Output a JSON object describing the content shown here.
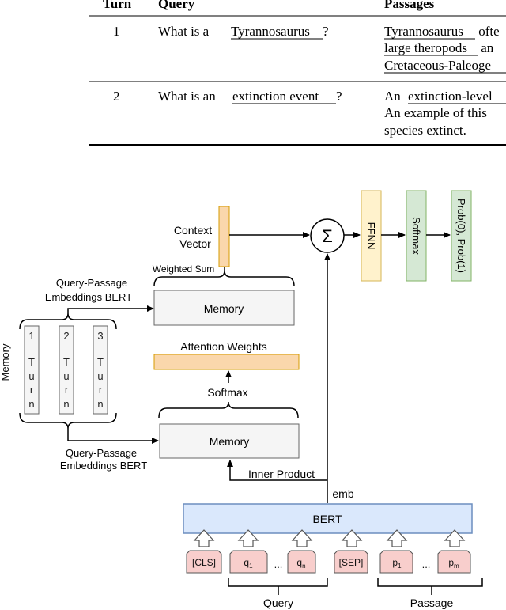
{
  "table": {
    "headers": [
      "Turn",
      "Query",
      "Passages"
    ],
    "rows": [
      {
        "turn": "1",
        "query_prefix": "What is a",
        "query_term": "Tyrannosaurus",
        "query_suffix": "?",
        "passage_lines": [
          {
            "underlined": "Tyrannosaurus",
            "rest": " ofte"
          },
          {
            "underlined": "large theropods",
            "rest": " an"
          },
          {
            "underlined": "Cretaceous-Paleoge",
            "rest": ""
          }
        ]
      },
      {
        "turn": "2",
        "query_prefix": "What is an",
        "query_term": "extinction event",
        "query_suffix": "?",
        "passage_lines": [
          {
            "plain_before": "An ",
            "underlined": "extinction-level",
            "rest": ""
          },
          {
            "plain_before": "An example of this",
            "underlined": "",
            "rest": ""
          },
          {
            "plain_before": "species extinct.",
            "underlined": "",
            "rest": ""
          }
        ]
      }
    ]
  },
  "diagram": {
    "memory_label": "Memory",
    "turns": [
      {
        "num": "1",
        "letters": [
          "T",
          "u",
          "r",
          "n"
        ]
      },
      {
        "num": "2",
        "letters": [
          "T",
          "u",
          "r",
          "n"
        ]
      },
      {
        "num": "3",
        "letters": [
          "T",
          "u",
          "r",
          "n"
        ]
      }
    ],
    "qp_embeddings_top": [
      "Query-Passage",
      "Embeddings BERT"
    ],
    "qp_embeddings_bottom": [
      "Query-Passage",
      "Embeddings BERT"
    ],
    "memory_top": "Memory",
    "memory_bottom": "Memory",
    "weighted_sum": "Weighted Sum",
    "context_vector": [
      "Context",
      "Vector"
    ],
    "attention_weights": "Attention Weights",
    "softmax_mid": "Softmax",
    "inner_product": "Inner Product",
    "sum_symbol": "Σ",
    "ffnn": "FFNN",
    "softmax_right": "Softmax",
    "prob_output": "Prob(0), Prob(1)",
    "emb": "emb",
    "bert": "BERT",
    "tokens": {
      "cls": "[CLS]",
      "q1_base": "q",
      "q1_sub": "1",
      "dots1": "...",
      "qn_base": "q",
      "qn_sub": "n",
      "sep": "[SEP]",
      "p1_base": "p",
      "p1_sub": "1",
      "dots2": "...",
      "pm_base": "p",
      "pm_sub": "m"
    },
    "query_label": "Query",
    "passage_label": "Passage"
  },
  "colors": {
    "orange_fill": "#FAD7AC",
    "orange_stroke": "#D79B00",
    "yellow_fill": "#FFF2CC",
    "yellow_stroke": "#D6B656",
    "green_fill": "#D5E8D4",
    "green_stroke": "#82B366",
    "blue_fill": "#DAE8FC",
    "blue_stroke": "#6C8EBF",
    "token_fill": "#F8CECC",
    "token_stroke": "#555555",
    "memory_fill": "#F5F5F5",
    "memory_stroke": "#666666"
  }
}
